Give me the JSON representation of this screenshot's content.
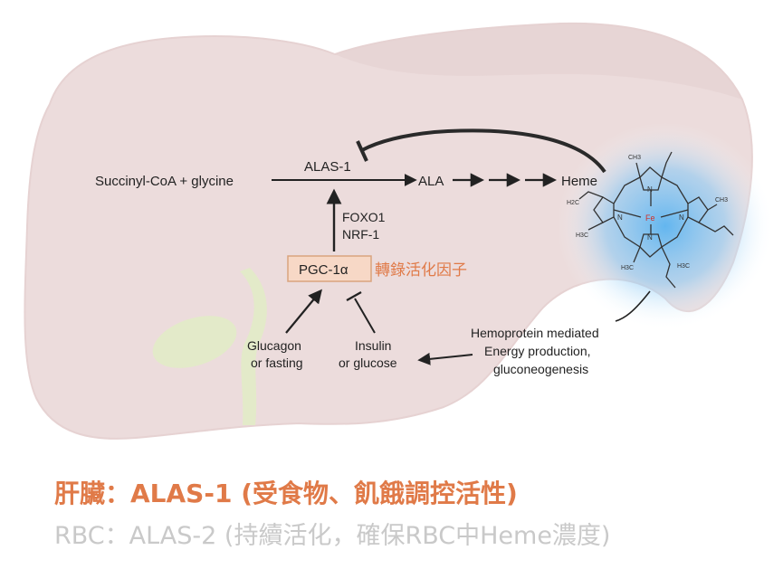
{
  "diagram": {
    "pathway": {
      "substrate": "Succinyl-CoA + glycine",
      "enzyme": "ALAS-1",
      "intermediate": "ALA",
      "product": "Heme"
    },
    "regulators": {
      "line1": "FOXO1",
      "line2": "NRF-1"
    },
    "coactivator": {
      "label": "PGC-1α",
      "annotation": "轉錄活化因子"
    },
    "inducer": {
      "line1": "Glucagon",
      "line2": "or fasting"
    },
    "inhibitor": {
      "line1": "Insulin",
      "line2": "or glucose"
    },
    "heme_function": {
      "line1": "Hemoprotein mediated",
      "line2": "Energy production,",
      "line3": "gluconeogenesis"
    },
    "heme_structure": {
      "center_atom": "Fe",
      "nitrogen": "N",
      "substituents": [
        "CH3",
        "H2C",
        "H3C",
        "CH3",
        "H3C",
        "H3C"
      ]
    },
    "colors": {
      "liver_fill": "#ecdcdc",
      "gallbladder": "#e2ecc6",
      "glow": "#5cb4f0",
      "accent": "#e07a48",
      "box_fill": "#f7d8c6",
      "box_border": "#d9a47e",
      "caption_gray": "#c9c9c9",
      "fe_red": "#d0302a"
    }
  },
  "captions": {
    "liver": "肝臟：ALAS-1 (受食物、飢餓調控活性)",
    "rbc": "RBC：ALAS-2 (持續活化，確保RBC中Heme濃度)"
  }
}
